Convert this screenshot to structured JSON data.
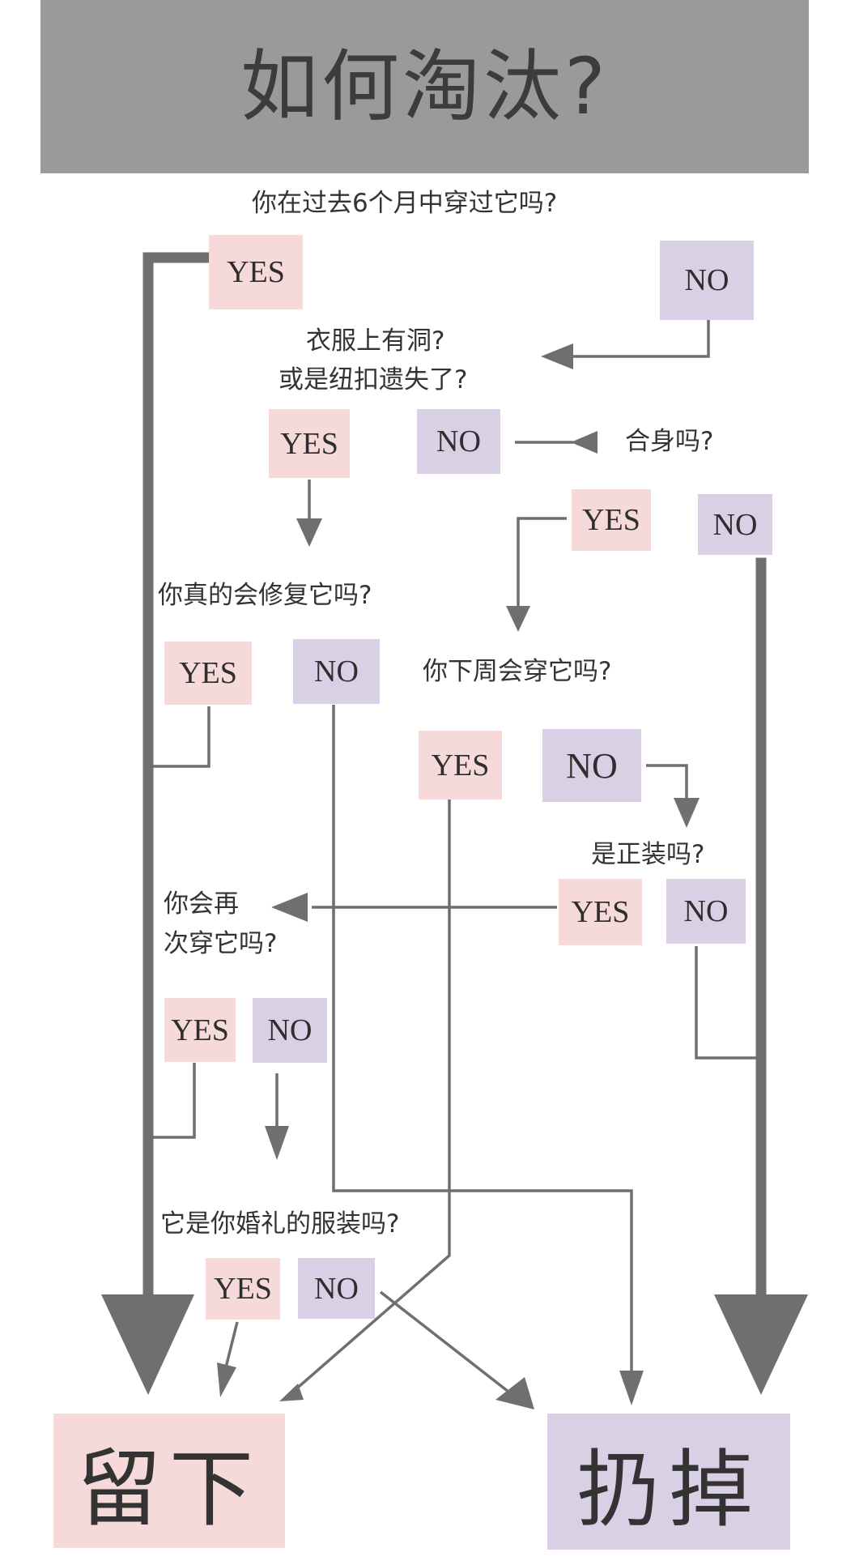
{
  "title": "如何淘汰?",
  "questions": {
    "q1": "你在过去6个月中穿过它吗?",
    "q2_line1": "衣服上有洞?",
    "q2_line2": "或是纽扣遗失了?",
    "q3": "合身吗?",
    "q4": "你真的会修复它吗?",
    "q5": "你下周会穿它吗?",
    "q6": "是正装吗?",
    "q7_line1": "你会再",
    "q7_line2": "次穿它吗?",
    "q8": "它是你婚礼的服装吗?"
  },
  "answers": {
    "yes": "YES",
    "no": "NO"
  },
  "outcomes": {
    "keep": "留下",
    "discard": "扔掉"
  },
  "colors": {
    "header": "#9a9a9c",
    "yes_box": "#f6d9d9",
    "no_box": "#d9d0e6",
    "arrow": "#6f6f72"
  }
}
